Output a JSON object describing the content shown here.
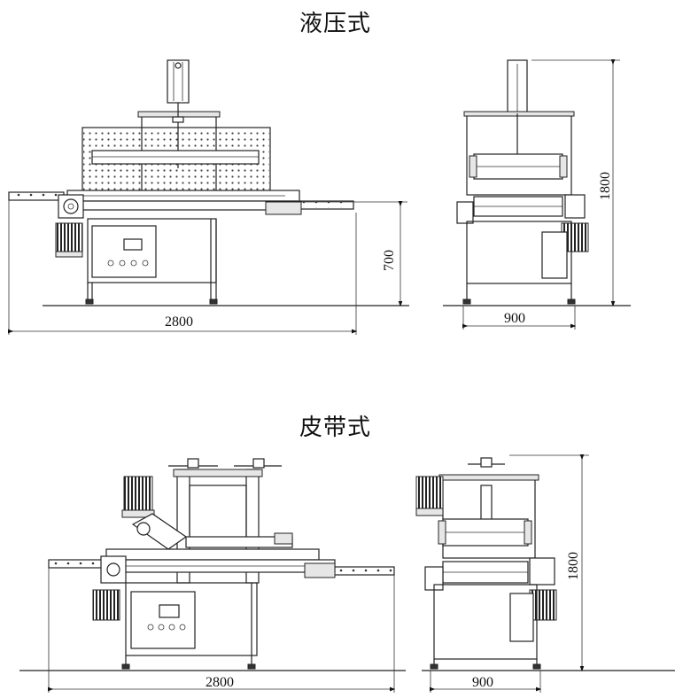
{
  "sections": [
    {
      "title": "液压式",
      "front_view": {
        "width_label": "2800",
        "table_height_label": "700"
      },
      "side_view": {
        "width_label": "900",
        "height_label": "1800"
      }
    },
    {
      "title": "皮带式",
      "front_view": {
        "width_label": "2800"
      },
      "side_view": {
        "width_label": "900",
        "height_label": "1800"
      }
    }
  ]
}
